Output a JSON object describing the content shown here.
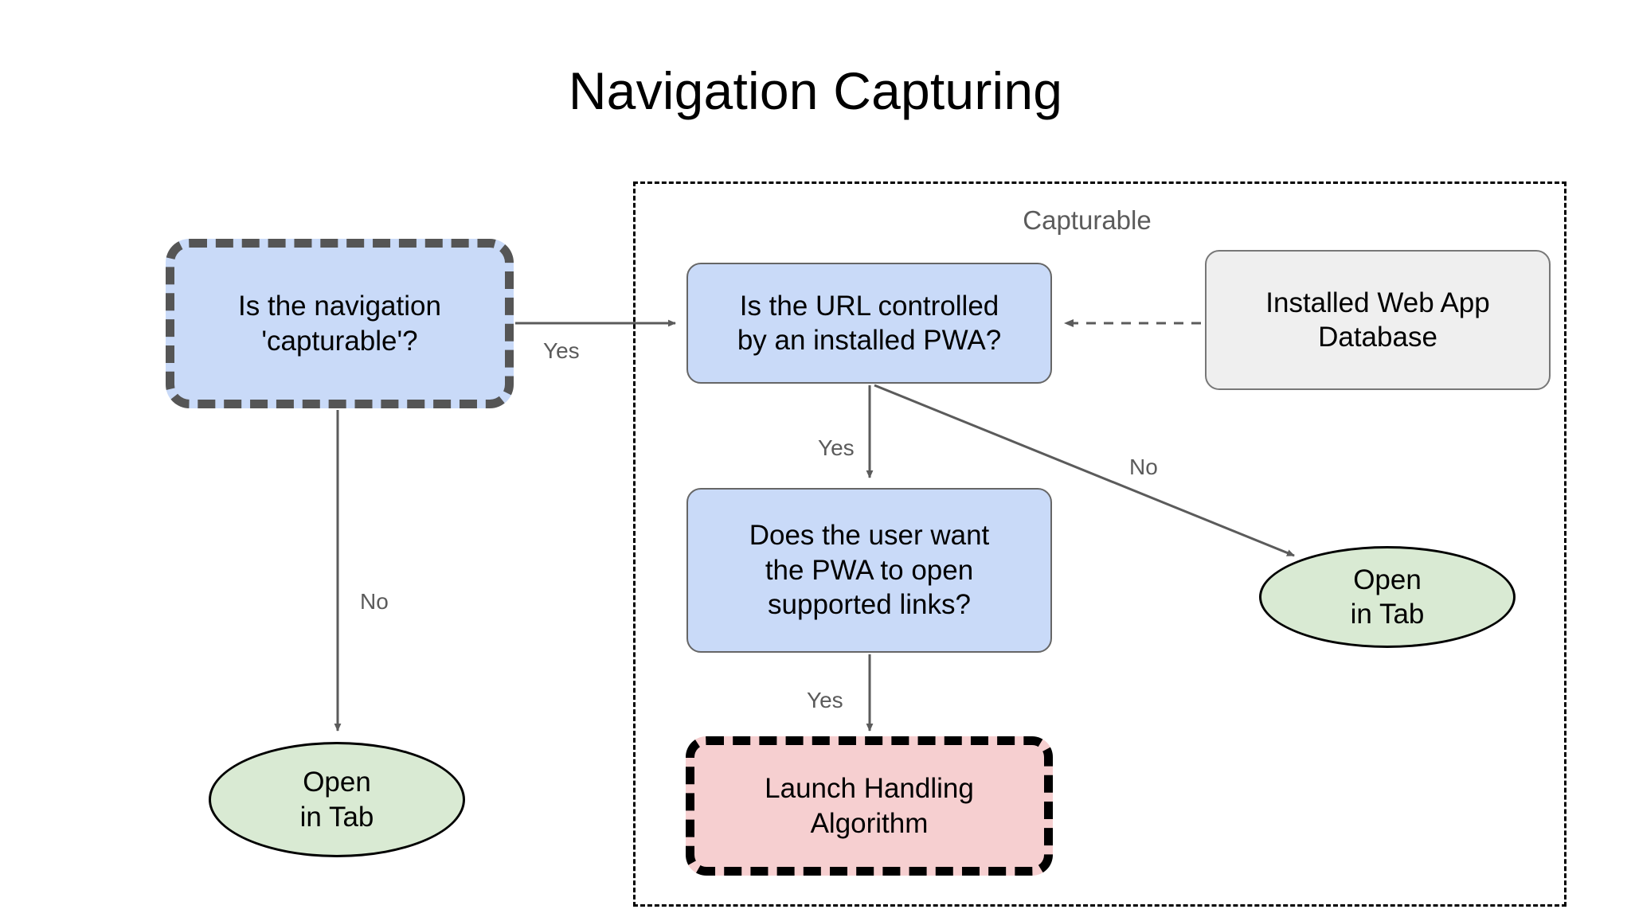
{
  "title": "Navigation Capturing",
  "group": {
    "label": "Capturable"
  },
  "nodes": {
    "is_capturable": {
      "line1": "Is the navigation",
      "line2": "'capturable'?",
      "shape": "rounded-rect-dashed",
      "fill": "#c9daf8",
      "stroke": "#555555"
    },
    "url_controlled": {
      "line1": "Is the URL controlled",
      "line2": "by an installed PWA?",
      "shape": "rounded-rect",
      "fill": "#c9daf8",
      "stroke": "#666666"
    },
    "webapp_db": {
      "line1": "Installed Web App",
      "line2": "Database",
      "shape": "rounded-rect",
      "fill": "#efefef",
      "stroke": "#777777"
    },
    "user_want": {
      "line1": "Does the user want",
      "line2": "the PWA to open",
      "line3": "supported links?",
      "shape": "rounded-rect",
      "fill": "#c9daf8",
      "stroke": "#666666"
    },
    "launch_handling": {
      "line1": "Launch Handling",
      "line2": "Algorithm",
      "shape": "rounded-rect-dashed",
      "fill": "#f6cfd0",
      "stroke": "#000000"
    },
    "open_in_tab_left": {
      "line1": "Open",
      "line2": "in Tab",
      "shape": "ellipse",
      "fill": "#d9ead3",
      "stroke": "#000000"
    },
    "open_in_tab_right": {
      "line1": "Open",
      "line2": "in Tab",
      "shape": "ellipse",
      "fill": "#d9ead3",
      "stroke": "#000000"
    }
  },
  "edges": {
    "yes_1": "Yes",
    "no_1": "No",
    "yes_2": "Yes",
    "no_2": "No",
    "yes_3": "Yes"
  },
  "colors": {
    "edge_line": "#5b5b5b",
    "edge_label_text": "#5b5b5b",
    "group_border": "#000000",
    "title_text": "#000000",
    "canvas": "#ffffff"
  }
}
